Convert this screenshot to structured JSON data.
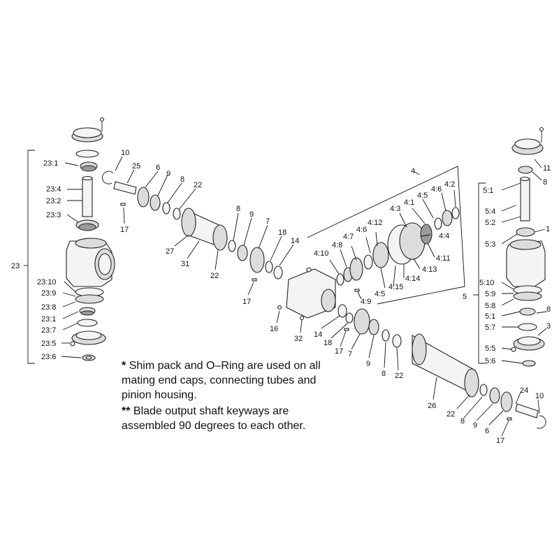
{
  "notes": {
    "shim_marker": "*",
    "shim_text": "Shim pack and O–Ring are used on all mating end caps, connecting tubes and pinion housing.",
    "keyway_marker": "**",
    "keyway_text": "Blade output shaft keyways are assembled 90 degrees to each other."
  },
  "assembly_labels": {
    "left_group": "23",
    "center_group": "4",
    "right_group": "5"
  },
  "callouts_left": [
    "23:1",
    "23:4",
    "23:2",
    "23:3",
    "23:10",
    "23:9",
    "23:8",
    "23:1",
    "23:7",
    "23:5",
    "23:6"
  ],
  "callouts_upper": [
    "10",
    "25",
    "6",
    "9",
    "8",
    "22",
    "17",
    "27",
    "31",
    "22",
    "8",
    "9",
    "7",
    "18",
    "14",
    "17"
  ],
  "callouts_center": [
    "4:3",
    "4:1",
    "4:5",
    "4:6",
    "4:2",
    "4:7",
    "4:6",
    "4:12",
    "4:8",
    "4:10",
    "4:4",
    "4:11",
    "4:13",
    "4:14",
    "4:15",
    "4:5",
    "4:9"
  ],
  "callouts_lower": [
    "16",
    "14",
    "32",
    "18",
    "17",
    "7",
    "9",
    "8",
    "22",
    "26",
    "22",
    "8",
    "9",
    "6",
    "24",
    "10",
    "17"
  ],
  "callouts_right": [
    "11",
    "8",
    "5:1",
    "5:4",
    "5:2",
    "1",
    "5:3",
    "5:10",
    "5:9",
    "5:8",
    "5:1",
    "5:7",
    "5:5",
    "5:6",
    "8",
    "3"
  ]
}
